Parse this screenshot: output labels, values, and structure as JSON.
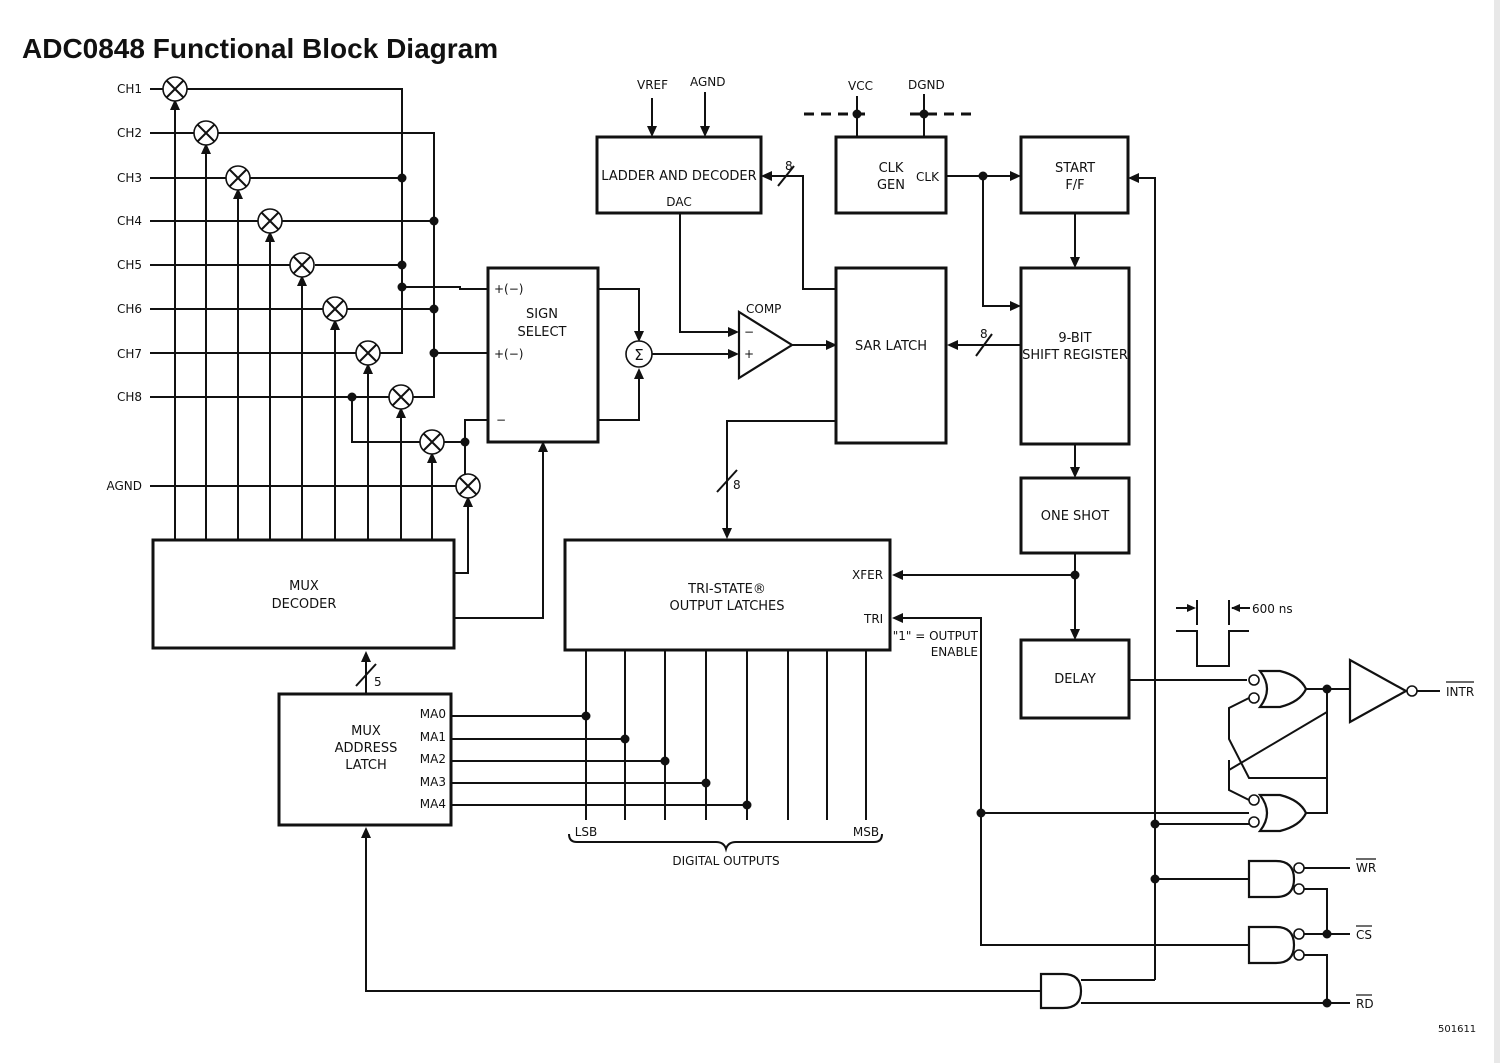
{
  "title": "ADC0848 Functional Block Diagram",
  "channels": [
    "CH1",
    "CH2",
    "CH3",
    "CH4",
    "CH5",
    "CH6",
    "CH7",
    "CH8"
  ],
  "agnd_input": "AGND",
  "pins": {
    "vref": "VREF",
    "agnd": "AGND",
    "vcc": "VCC",
    "dgnd": "DGND"
  },
  "blocks": {
    "ladder_decoder": "LADDER AND DECODER",
    "dac": "DAC",
    "clk_gen_1": "CLK",
    "clk_gen_2": "GEN",
    "clk_out": "CLK",
    "start_ff_1": "START",
    "start_ff_2": "F/F",
    "sign_select_1": "SIGN",
    "sign_select_2": "SELECT",
    "sign_in_a": "+(−)",
    "sign_in_b": "+(−)",
    "sign_in_c": "−",
    "sum_symbol": "Σ",
    "comp": "COMP",
    "comp_minus": "−",
    "comp_plus": "+",
    "sar_latch": "SAR LATCH",
    "shift_reg_1": "9-BIT",
    "shift_reg_2": "SHIFT REGISTER",
    "one_shot": "ONE SHOT",
    "delay": "DELAY",
    "mux_decoder_1": "MUX",
    "mux_decoder_2": "DECODER",
    "tri_state_1": "TRI-STATE®",
    "tri_state_2": "OUTPUT LATCHES",
    "xfer": "XFER",
    "tri": "TRI",
    "mux_addr_1": "MUX",
    "mux_addr_2": "ADDRESS",
    "mux_addr_3": "LATCH"
  },
  "ma_lines": [
    "MA0",
    "MA1",
    "MA2",
    "MA3",
    "MA4"
  ],
  "bus_widths": {
    "ladder": "8",
    "shift": "8",
    "output": "8",
    "mux": "5"
  },
  "output_enable_1": "\"1\" = OUTPUT",
  "output_enable_2": "ENABLE",
  "pulse_width": "600 ns",
  "lsb": "LSB",
  "msb": "MSB",
  "digital_outputs": "DIGITAL OUTPUTS",
  "signals": {
    "intr": "INTR",
    "wr": "WR",
    "cs": "CS",
    "rd": "RD"
  },
  "figure_number": "501611"
}
